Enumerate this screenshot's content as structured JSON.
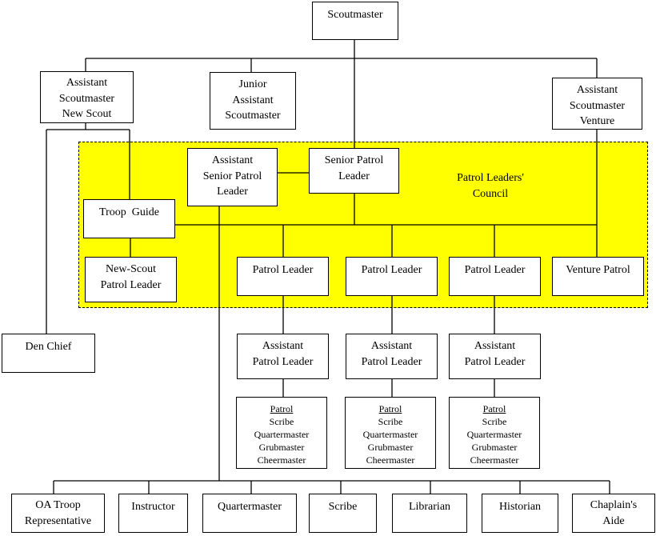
{
  "diagram": {
    "type": "org-chart",
    "council_label": [
      "Patrol Leaders'",
      "Council"
    ],
    "council_color": "#ffff00",
    "nodes": {
      "scoutmaster": [
        "Scoutmaster"
      ],
      "asm_new_scout": [
        "Assistant",
        "Scoutmaster",
        "New Scout"
      ],
      "junior_asm": [
        "Junior",
        "Assistant",
        "Scoutmaster"
      ],
      "asm_venture": [
        "Assistant",
        "Scoutmaster",
        "Venture"
      ],
      "aspl": [
        "Assistant",
        "Senior Patrol",
        "Leader"
      ],
      "spl": [
        "Senior Patrol",
        "Leader"
      ],
      "troop_guide": [
        "Troop  Guide"
      ],
      "new_scout_pl": [
        "New-Scout",
        "Patrol Leader"
      ],
      "pl1": [
        "Patrol Leader"
      ],
      "pl2": [
        "Patrol Leader"
      ],
      "pl3": [
        "Patrol Leader"
      ],
      "venture_patrol": [
        "Venture Patrol"
      ],
      "den_chief": [
        "Den Chief"
      ],
      "apl1": [
        "Assistant",
        "Patrol Leader"
      ],
      "apl2": [
        "Assistant",
        "Patrol Leader"
      ],
      "apl3": [
        "Assistant",
        "Patrol Leader"
      ],
      "patrol_roles_header": "Patrol",
      "patrol_roles": [
        "Scribe",
        "Quartermaster",
        "Grubmaster",
        "Cheermaster"
      ],
      "oa_rep": [
        "OA Troop",
        "Representative"
      ],
      "instructor": [
        "Instructor"
      ],
      "quartermaster": [
        "Quartermaster"
      ],
      "scribe": [
        "Scribe"
      ],
      "librarian": [
        "Librarian"
      ],
      "historian": [
        "Historian"
      ],
      "chaplains_aide": [
        "Chaplain's",
        "Aide"
      ]
    }
  }
}
